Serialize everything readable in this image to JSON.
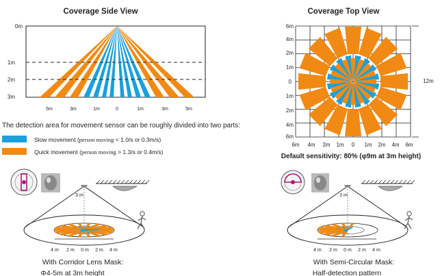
{
  "side_view": {
    "title": "Coverage Side View",
    "depth_labels": [
      "0m",
      "1m",
      "2m",
      "3m"
    ],
    "x_labels": [
      "5m",
      "3m",
      "1m",
      "0",
      "1m",
      "3m",
      "5m"
    ]
  },
  "top_view": {
    "title": "Coverage Top View",
    "y_labels": [
      "6m",
      "4m",
      "2m",
      "1m",
      "0",
      "1m",
      "2m",
      "4m",
      "6m"
    ],
    "x_labels": [
      "6m",
      "4m",
      "2m",
      "1m",
      "0",
      "1m",
      "2m",
      "4m",
      "6m"
    ],
    "span_label": "12m",
    "sensitivity_note": "Default sensitivity: 80% (φ9m at 3m height)"
  },
  "detection_note": "The detection area for movement sensor can be roughly divided into two parts:",
  "legend": [
    {
      "label": "Slow movement (",
      "sub": "person moving",
      "rest": " < 1.0/s or 0.3m/s)",
      "color": "#1ba0dc"
    },
    {
      "label": "Quick movement (",
      "sub": "person moving",
      "rest": " > 1.3/s or 0.4m/s)",
      "color": "#f08a14"
    }
  ],
  "corridor": {
    "height_label": "3 m",
    "scale_labels": [
      "4 m",
      "2 m",
      "0 m",
      "2 m",
      "4 m"
    ],
    "caption_line1": "With Corridor Lens Mask:",
    "caption_line2": "Φ4-5m at 3m height"
  },
  "semicircular": {
    "height_label": "3 m",
    "scale_labels": [
      "4 m",
      "2 m",
      "0 m",
      "2 m",
      "4 m"
    ],
    "caption_line1": "With Semi-Circular Mask:",
    "caption_line2": "Half-detection pattern"
  },
  "colors": {
    "slow": "#1ba0dc",
    "quick": "#f08a14",
    "grid": "#222222"
  }
}
